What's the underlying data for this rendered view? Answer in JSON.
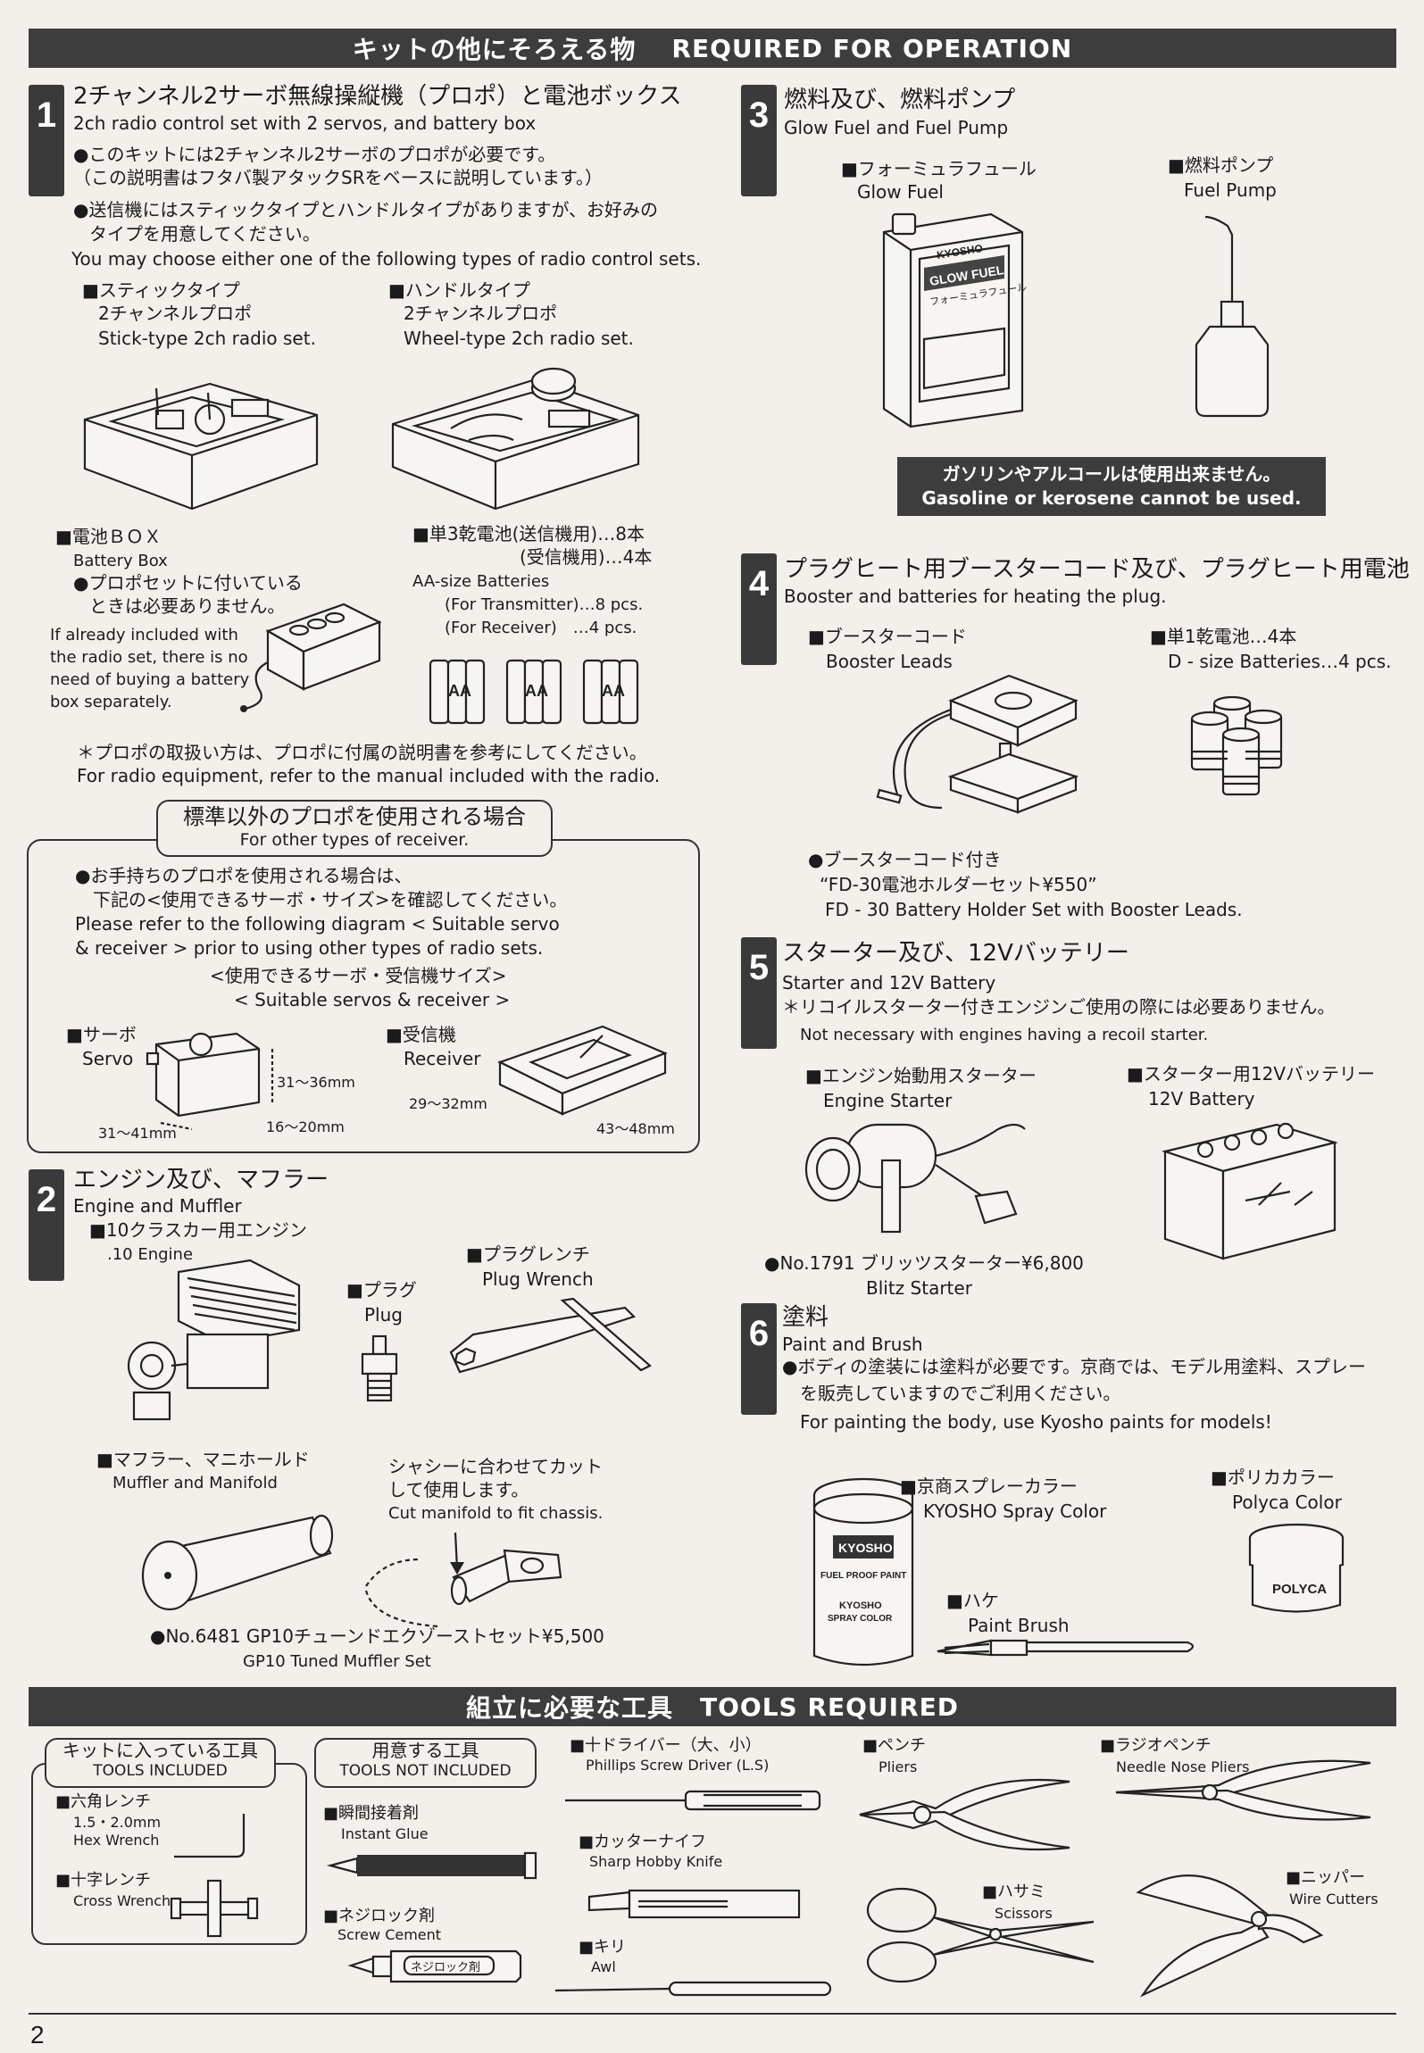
{
  "top_banner": {
    "jp": "キットの他にそろえる物",
    "en": "REQUIRED FOR OPERATION"
  },
  "s1": {
    "num": "1",
    "title_jp": "2チャンネル2サーボ無線操縦機（プロポ）と電池ボックス",
    "title_en": "2ch radio control set with 2 servos, and battery box",
    "note1_jp_a": "●このキットには2チャンネル2サーボのプロポが必要です。",
    "note1_jp_b": "（この説明書はフタバ製アタックSRをベースに説明しています。）",
    "note2_jp_a": "●送信機にはスティックタイプとハンドルタイプがありますが、お好みの",
    "note2_jp_b": "タイプを用意してください。",
    "note2_en": "You may choose either one of the following types of radio control sets.",
    "stick_jp_a": "■スティックタイプ",
    "stick_jp_b": "2チャンネルプロポ",
    "stick_en": "Stick-type 2ch radio set.",
    "wheel_jp_a": "■ハンドルタイプ",
    "wheel_jp_b": "2チャンネルプロポ",
    "wheel_en": "Wheel-type 2ch radio set.",
    "battbox_jp": "■電池ＢＯＸ",
    "battbox_en": "Battery Box",
    "battbox_note_jp_a": "●プロポセットに付いている",
    "battbox_note_jp_b": "ときは必要ありません。",
    "battbox_note_en": [
      "If already included with",
      "the radio set, there is no",
      "need of buying a battery",
      "box separately."
    ],
    "aa_jp_a": "■単3乾電池(送信機用)…8本",
    "aa_jp_b": "(受信機用)…4本",
    "aa_en": "AA-size Batteries",
    "aa_tx": "(For Transmitter)…8 pcs.",
    "aa_rx": "(For Receiver)　…4 pcs.",
    "aa_label": "AA",
    "manual_jp": "＊プロポの取扱い方は、プロポに付属の説明書を参考にしてください。",
    "manual_en": "For radio equipment, refer to the manual included with the radio."
  },
  "other": {
    "title_jp": "標準以外のプロポを使用される場合",
    "title_en": "For other types of receiver.",
    "line1_jp": "●お手持ちのプロポを使用される場合は、",
    "line2_jp": "下記の<使用できるサーボ・サイズ>を確認してください。",
    "line3_en": "Please refer to the following diagram < Suitable servo",
    "line4_en": "& receiver > prior to using other types of radio sets.",
    "sub_jp": "<使用できるサーボ・受信機サイズ>",
    "sub_en": "< Suitable servos & receiver >",
    "servo_jp": "■サーボ",
    "servo_en": "Servo",
    "servo_h": "31〜36mm",
    "servo_w": "31〜41mm",
    "servo_d": "16〜20mm",
    "rx_jp": "■受信機",
    "rx_en": "Receiver",
    "rx_d": "29〜32mm",
    "rx_w": "43〜48mm"
  },
  "s2": {
    "num": "2",
    "title_jp": "エンジン及び、マフラー",
    "title_en": "Engine and Muffler",
    "engine_jp": "■10クラスカー用エンジン",
    "engine_en": ".10 Engine",
    "plug_jp": "■プラグ",
    "plug_en": "Plug",
    "wrench_jp": "■プラグレンチ",
    "wrench_en": "Plug Wrench",
    "muffler_jp": "■マフラー、マニホールド",
    "muffler_en": "Muffler and Manifold",
    "cut_jp_a": "シャシーに合わせてカット",
    "cut_jp_b": "して使用します。",
    "cut_en": "Cut manifold to fit chassis.",
    "set_jp": "●No.6481 GP10チューンドエクゾーストセット¥5,500",
    "set_en": "GP10 Tuned Muffler Set"
  },
  "s3": {
    "num": "3",
    "title_jp": "燃料及び、燃料ポンプ",
    "title_en": "Glow Fuel and Fuel Pump",
    "fuel_jp": "■フォーミュラフュール",
    "fuel_en": "Glow Fuel",
    "pump_jp": "■燃料ポンプ",
    "pump_en": "Fuel Pump",
    "can_brand": "KYOSHO",
    "can_label": "GLOW FUEL",
    "can_sub": "フォーミュラフュール",
    "warn_jp": "ガソリンやアルコールは使用出来ません。",
    "warn_en": "Gasoline or kerosene cannot be used."
  },
  "s4": {
    "num": "4",
    "title_jp": "プラグヒート用ブースターコード及び、プラグヒート用電池",
    "title_en": "Booster and batteries for heating the plug.",
    "cord_jp": "■ブースターコード",
    "cord_en": "Booster Leads",
    "dbat_jp": "■単1乾電池…4本",
    "dbat_en": "D - size Batteries…4 pcs.",
    "set_jp_a": "●ブースターコード付き",
    "set_jp_b": "“FD-30電池ホルダーセット¥550”",
    "set_en": "FD - 30 Battery Holder Set with Booster Leads."
  },
  "s5": {
    "num": "5",
    "title_jp": "スターター及び、12Vバッテリー",
    "title_en": "Starter and 12V Battery",
    "note_jp": "＊リコイルスターター付きエンジンご使用の際には必要ありません。",
    "note_en": "Not necessary with engines having a recoil starter.",
    "starter_jp": "■エンジン始動用スターター",
    "starter_en": "Engine Starter",
    "batt_jp": "■スターター用12Vバッテリー",
    "batt_en": "12V Battery",
    "blitz_jp": "●No.1791 ブリッツスターター¥6,800",
    "blitz_en": "Blitz Starter"
  },
  "s6": {
    "num": "6",
    "title_jp": "塗料",
    "title_en": "Paint and Brush",
    "note_jp_a": "●ボディの塗装には塗料が必要です。京商では、モデル用塗料、スプレー",
    "note_jp_b": "を販売していますのでご利用ください。",
    "note_en": "For painting the body, use Kyosho paints for models!",
    "spray_jp": "■京商スプレーカラー",
    "spray_en": "KYOSHO Spray Color",
    "polyca_jp": "■ポリカカラー",
    "polyca_en": "Polyca Color",
    "brush_jp": "■ハケ",
    "brush_en": "Paint Brush",
    "can_brand": "KYOSHO",
    "can_l1": "FUEL PROOF PAINT",
    "can_l2": "KYOSHO",
    "can_l3": "SPRAY COLOR",
    "jar_label": "POLYCA"
  },
  "tools_banner": {
    "jp": "組立に必要な工具",
    "en": "TOOLS REQUIRED"
  },
  "tools": {
    "inc_jp": "キットに入っている工具",
    "inc_en": "TOOLS INCLUDED",
    "not_jp": "用意する工具",
    "not_en": "TOOLS NOT INCLUDED",
    "hex_jp": "■六角レンチ",
    "hex_size": "1.5・2.0mm",
    "hex_en": "Hex Wrench",
    "cross_jp": "■十字レンチ",
    "cross_en": "Cross Wrench",
    "glue_jp": "■瞬間接着剤",
    "glue_en": "Instant Glue",
    "cement_jp": "■ネジロック剤",
    "cement_en": "Screw Cement",
    "cement_label": "ネジロック剤",
    "driver_jp": "■十ドライバー（大、小）",
    "driver_en": "Phillips Screw Driver (L.S)",
    "knife_jp": "■カッターナイフ",
    "knife_en": "Sharp Hobby Knife",
    "awl_jp": "■キリ",
    "awl_en": "Awl",
    "pliers_jp": "■ペンチ",
    "pliers_en": "Pliers",
    "needle_jp": "■ラジオペンチ",
    "needle_en": "Needle Nose Pliers",
    "scissors_jp": "■ハサミ",
    "scissors_en": "Scissors",
    "nipper_jp": "■ニッパー",
    "nipper_en": "Wire Cutters"
  },
  "page_number": "2"
}
